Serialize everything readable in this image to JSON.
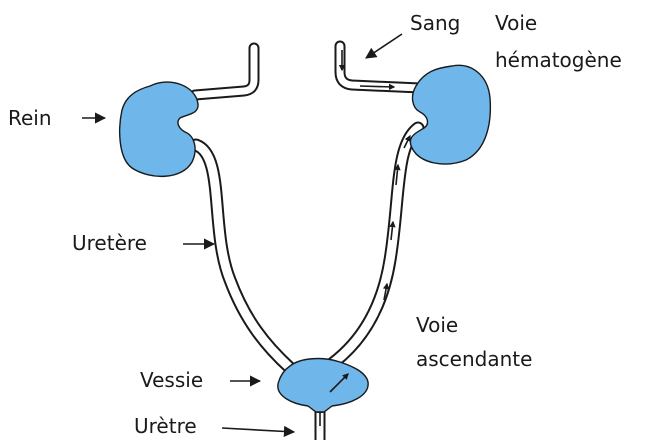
{
  "labels": {
    "rein": "Rein",
    "uretere": "Uretère",
    "vessie": "Vessie",
    "uretre": "Urètre",
    "sang": "Sang",
    "voie_hematogene_line1": "Voie",
    "voie_hematogene_line2": "hématogène",
    "voie_ascendante_line1": "Voie",
    "voie_ascendante_line2": "ascendante"
  },
  "colors": {
    "organ_fill": "#6fb6ea",
    "outline": "#1a1a1a",
    "background": "#ffffff"
  }
}
